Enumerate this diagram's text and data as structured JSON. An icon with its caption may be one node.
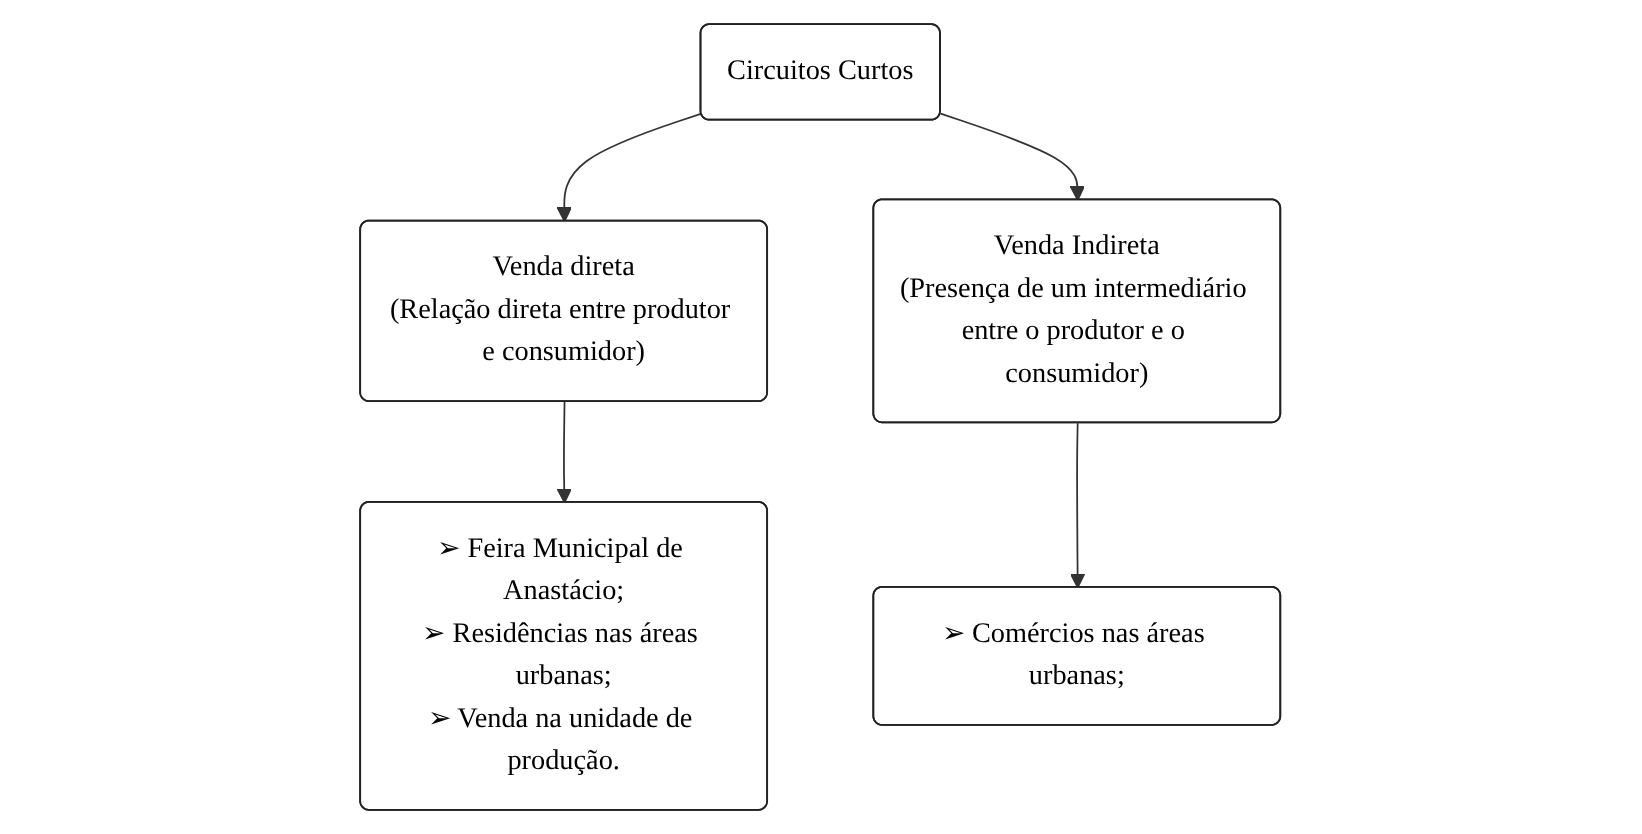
{
  "diagram": {
    "nodes": [
      {
        "text": [
          "Circuitos Curtos"
        ]
      },
      {
        "text": [
          "Venda direta",
          "(Relação direta entre produtor e consumidor)"
        ]
      },
      {
        "text": [
          "Venda Indireta",
          "(Presença de um intermediário entre o produtor e o consumidor)"
        ]
      },
      {
        "text": [
          "➢ Feira Municipal de Anastácio;",
          "➢ Residências nas áreas urbanas;",
          "➢ Venda na unidade de produção."
        ]
      },
      {
        "text": [
          "➢ Comércios nas áreas urbanas;"
        ]
      }
    ],
    "edges": [
      {
        "from": 0,
        "to": 1,
        "arrow": "to"
      },
      {
        "from": 0,
        "to": 2,
        "arrow": "to"
      },
      {
        "from": 1,
        "to": 3,
        "arrow": "to"
      },
      {
        "from": 2,
        "to": 4,
        "arrow": "to"
      }
    ]
  }
}
